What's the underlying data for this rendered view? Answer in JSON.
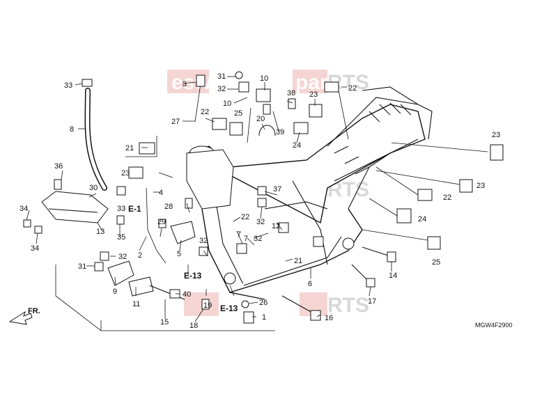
{
  "watermark": {
    "brand_left": "esw",
    "brand_right": "parts",
    "brand_suffix": "RTS"
  },
  "diagram_code": "MGW4F2900",
  "direction_label": "FR.",
  "reference_labels": {
    "e1": "E-1",
    "e13_a": "E-13",
    "e13_b": "E-13"
  },
  "callouts": {
    "c1": "1",
    "c2": "2",
    "c3": "3",
    "c4": "4",
    "c5": "5",
    "c6": "6",
    "c7a": "7",
    "c7b": "7",
    "c8": "8",
    "c9": "9",
    "c10a": "10",
    "c10b": "10",
    "c11": "11",
    "c12": "12",
    "c13": "13",
    "c14": "14",
    "c15": "15",
    "c16": "16",
    "c17": "17",
    "c18": "18",
    "c19": "19",
    "c20": "20",
    "c21a": "21",
    "c21b": "21",
    "c22a": "22",
    "c22b": "22",
    "c22c": "22",
    "c22d": "22",
    "c23a": "23",
    "c23b": "23",
    "c23c": "23",
    "c23d": "23",
    "c24a": "24",
    "c24b": "24",
    "c25a": "25",
    "c25b": "25",
    "c26": "26",
    "c27": "27",
    "c28": "28",
    "c29": "29",
    "c30": "30",
    "c31a": "31",
    "c31b": "31",
    "c32a": "32",
    "c32b": "32",
    "c32c": "32",
    "c32d": "32",
    "c32e": "32",
    "c33a": "33",
    "c33b": "33",
    "c34a": "34",
    "c34b": "34",
    "c35": "35",
    "c36": "36",
    "c37": "37",
    "c38": "38",
    "c39": "39",
    "c40": "40"
  }
}
